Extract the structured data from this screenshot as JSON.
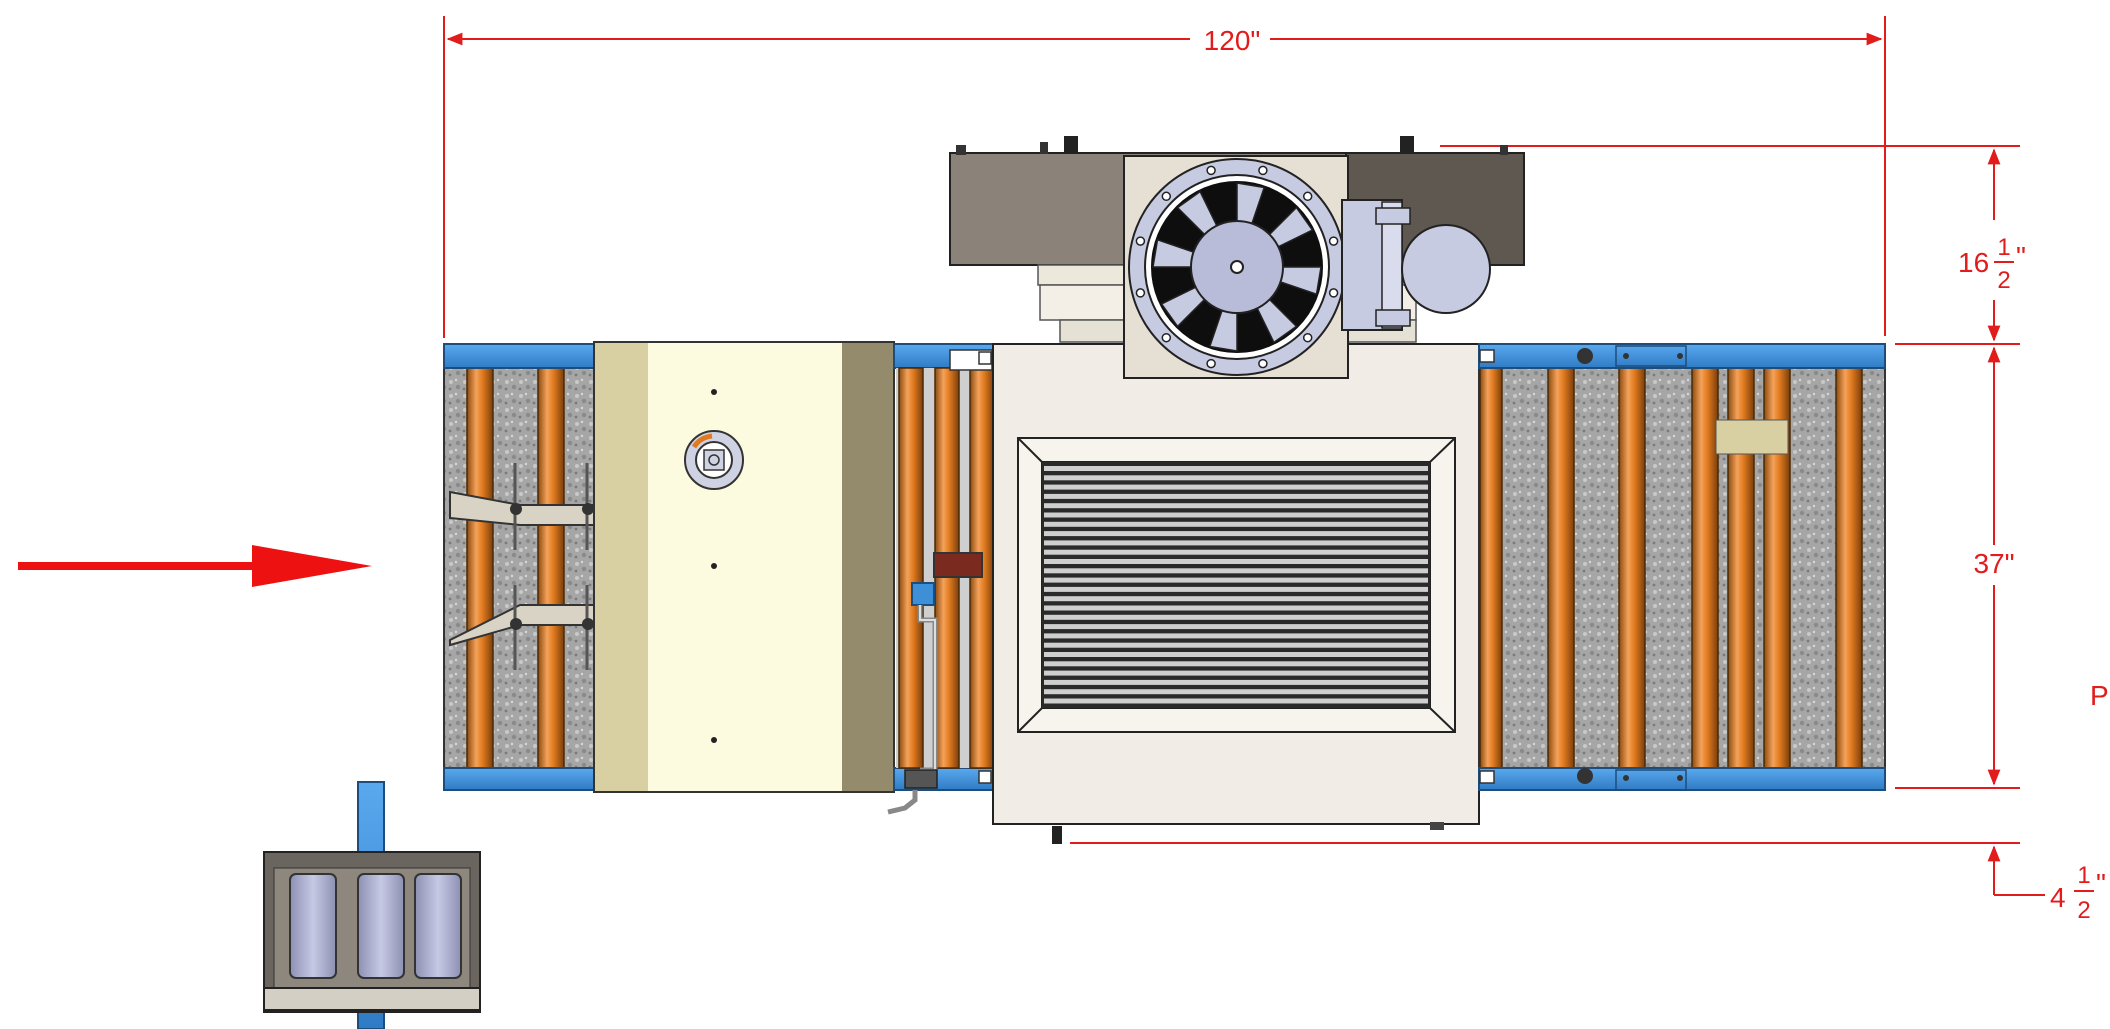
{
  "dimensions": {
    "overall_length": "120\"",
    "top_offset_whole": "16",
    "top_offset_num": "1",
    "top_offset_den": "2",
    "width": "37\"",
    "bottom_offset_whole": "4",
    "bottom_offset_num": "1",
    "bottom_offset_den": "2",
    "inch_mark": "\"",
    "edge_label": "P"
  },
  "colors": {
    "dimension": "#e21b1b",
    "rail": "#3d8fd8",
    "roller": "#e07a1e",
    "housing": "#f1ede6",
    "tunnel": "#fdfbdf",
    "fan": "#c7cbe2"
  },
  "icons": {
    "flow_direction": "arrow-right-icon",
    "fan": "fan-icon",
    "filter_unit": "filter-cartridge-icon"
  }
}
